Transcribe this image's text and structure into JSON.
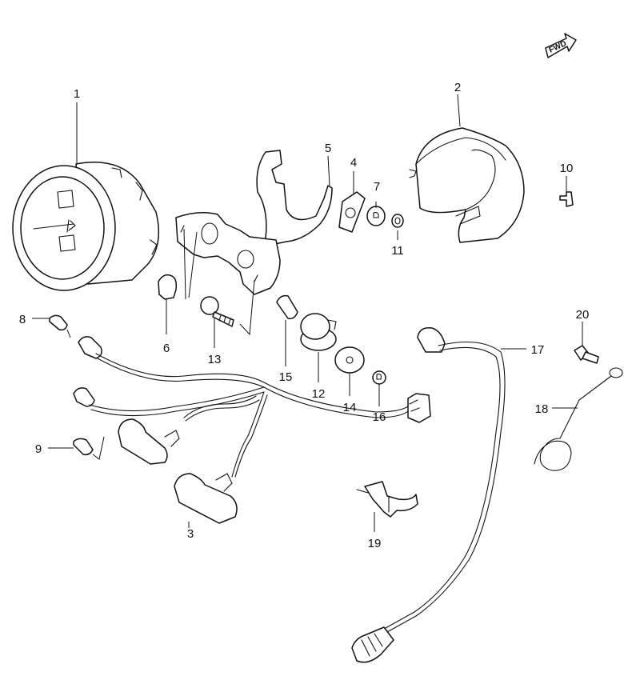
{
  "diagram": {
    "fwd_label": "FWD",
    "callouts": [
      {
        "id": "1",
        "label": "1"
      },
      {
        "id": "2",
        "label": "2"
      },
      {
        "id": "3",
        "label": "3"
      },
      {
        "id": "4",
        "label": "4"
      },
      {
        "id": "5",
        "label": "5"
      },
      {
        "id": "6",
        "label": "6"
      },
      {
        "id": "7",
        "label": "7"
      },
      {
        "id": "8",
        "label": "8"
      },
      {
        "id": "9",
        "label": "9"
      },
      {
        "id": "10",
        "label": "10"
      },
      {
        "id": "11",
        "label": "11"
      },
      {
        "id": "12",
        "label": "12"
      },
      {
        "id": "13",
        "label": "13"
      },
      {
        "id": "14",
        "label": "14"
      },
      {
        "id": "15",
        "label": "15"
      },
      {
        "id": "16",
        "label": "16"
      },
      {
        "id": "17",
        "label": "17"
      },
      {
        "id": "18",
        "label": "18"
      },
      {
        "id": "19",
        "label": "19"
      },
      {
        "id": "20",
        "label": "20"
      }
    ]
  }
}
